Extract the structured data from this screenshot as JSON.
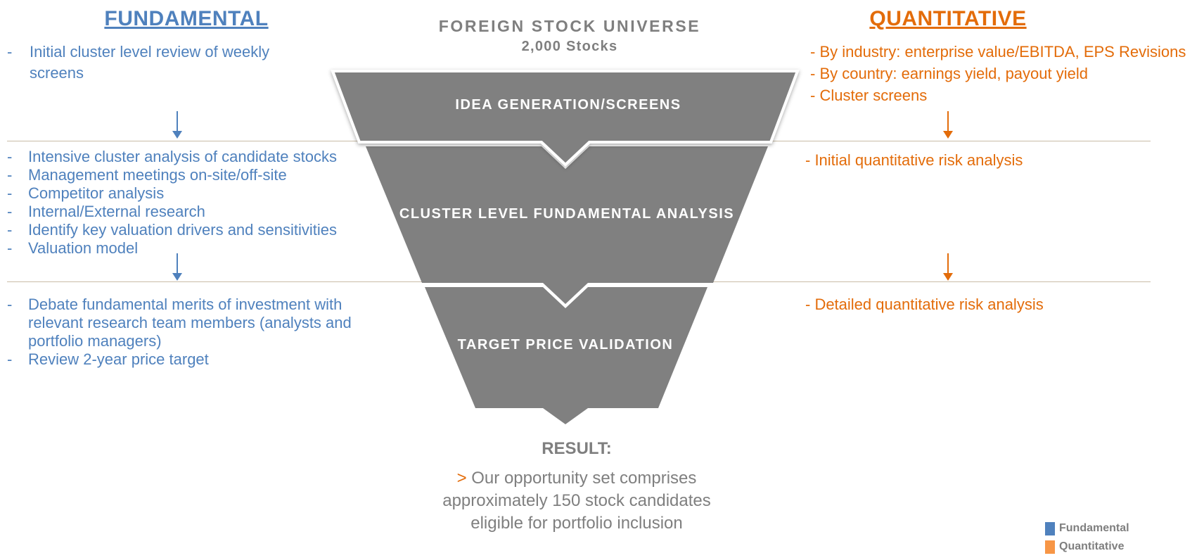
{
  "fundamental": {
    "title": "FUNDAMENTAL",
    "stage1": [
      "Initial cluster level review of weekly",
      "screens"
    ],
    "stage2": [
      "Intensive cluster analysis of candidate stocks",
      "Management meetings on-site/off-site",
      "Competitor analysis",
      "Internal/External research",
      "Identify key valuation drivers and sensitivities",
      "Valuation model"
    ],
    "stage3": [
      "Debate fundamental merits of investment with",
      "relevant research team members (analysts and",
      "portfolio managers)",
      "Review 2-year price target"
    ]
  },
  "quantitative": {
    "title": "QUANTITATIVE",
    "stage1": [
      "- By industry: enterprise value/EBITDA, EPS Revisions",
      "- By country: earnings yield, payout yield",
      "- Cluster screens"
    ],
    "stage2": [
      "- Initial quantitative risk analysis"
    ],
    "stage3": [
      "- Detailed quantitative risk analysis"
    ]
  },
  "funnel": {
    "universe_title": "FOREIGN STOCK UNIVERSE",
    "universe_count": "2,000 Stocks",
    "stage1": "IDEA GENERATION/SCREENS",
    "stage2": "CLUSTER LEVEL FUNDAMENTAL ANALYSIS",
    "stage3": "TARGET PRICE VALIDATION"
  },
  "result": {
    "label": "RESULT:",
    "caret": ">",
    "lines": [
      "Our opportunity set comprises",
      "approximately 150 stock candidates",
      "eligible for portfolio inclusion"
    ]
  },
  "legend": [
    {
      "label": "Fundamental",
      "color": "#4f81bd"
    },
    {
      "label": "Quantitative",
      "color": "#f79646"
    }
  ],
  "colors": {
    "fundamental": "#4f81bd",
    "quantitative": "#e36c0a",
    "funnel": "#808080",
    "text_gray": "#7f7f7f",
    "separator": "#c9bca6"
  }
}
